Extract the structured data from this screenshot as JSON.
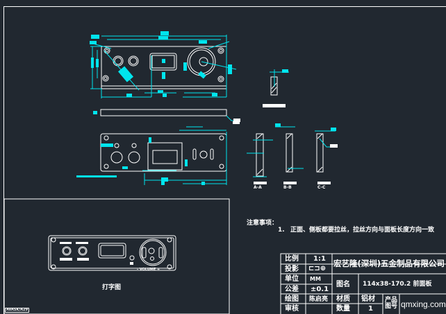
{
  "notes": {
    "heading": "注意事项：",
    "item_number": "1.",
    "item_text": "正面、侧板都要拉丝，拉丝方向与面板长度方向一致"
  },
  "print_view": {
    "caption": "打字图",
    "volume_label": "- VOLUME +"
  },
  "section_labels": [
    "A-A",
    "B-B",
    "C-C"
  ],
  "corner_tag": "AVASK/A29",
  "title_block": {
    "scale_label": "比例",
    "scale_value": "1:1",
    "projection_label": "投影",
    "unit_label": "单位",
    "unit_value": "MM",
    "tolerance_label": "公差",
    "tolerance_value": "±0.1",
    "drawn_label": "绘图",
    "drawn_value": "陈启亮",
    "review_label": "审核",
    "company": "宏艺隆(深圳)五金制品有限公司",
    "drawing_name_label": "图名",
    "drawing_name_value": "114x38-170.2  前面板",
    "material_label": "材质",
    "material_value": "铝材",
    "quantity_label": "数量",
    "quantity_value": "1",
    "part_no_label": "产品图号"
  },
  "watermark": "qmxing.com",
  "colors": {
    "background": "#212830",
    "geometry": "#ffffff",
    "dimension": "#00e5ee"
  }
}
